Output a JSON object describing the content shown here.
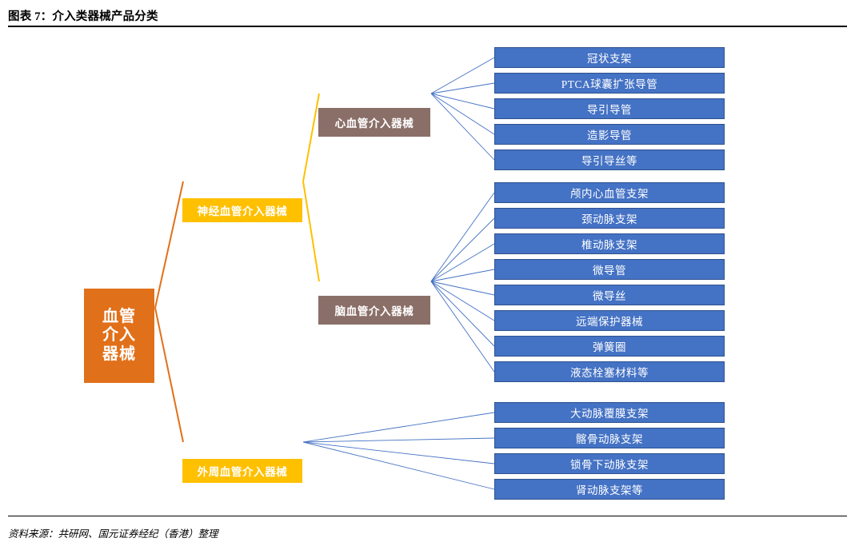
{
  "header": {
    "title": "图表 7：介入类器械产品分类"
  },
  "footer": {
    "source": "资料来源：共研网、国元证券经纪（香港）整理"
  },
  "colors": {
    "root": "#E1701A",
    "level2": "#FFC000",
    "level3": "#8A6F68",
    "leaf_fill": "#4472C4",
    "leaf_border": "#2F528F",
    "connector_root": "#E1701A",
    "connector_level2": "#FFC000",
    "connector_leaf": "#4472C4"
  },
  "diagram": {
    "root": {
      "label": "血管介入器械",
      "line1": "血管",
      "line2": "介入",
      "line3": "器械"
    },
    "level2": [
      {
        "id": "neuro",
        "label": "神经血管介入器械"
      },
      {
        "id": "periph",
        "label": "外周血管介入器械"
      }
    ],
    "level3": [
      {
        "id": "cardio",
        "label": "心血管介入器械"
      },
      {
        "id": "cerebro",
        "label": "脑血管介入器械"
      }
    ],
    "groups": {
      "cardio": [
        "冠状支架",
        "PTCA球囊扩张导管",
        "导引导管",
        "造影导管",
        "导引导丝等"
      ],
      "cerebro": [
        "颅内心血管支架",
        "颈动脉支架",
        "椎动脉支架",
        "微导管",
        "微导丝",
        "远端保护器械",
        "弹簧圈",
        "液态栓塞材料等"
      ],
      "periph": [
        "大动脉覆膜支架",
        "髂骨动脉支架",
        "锁骨下动脉支架",
        "肾动脉支架等"
      ]
    }
  }
}
